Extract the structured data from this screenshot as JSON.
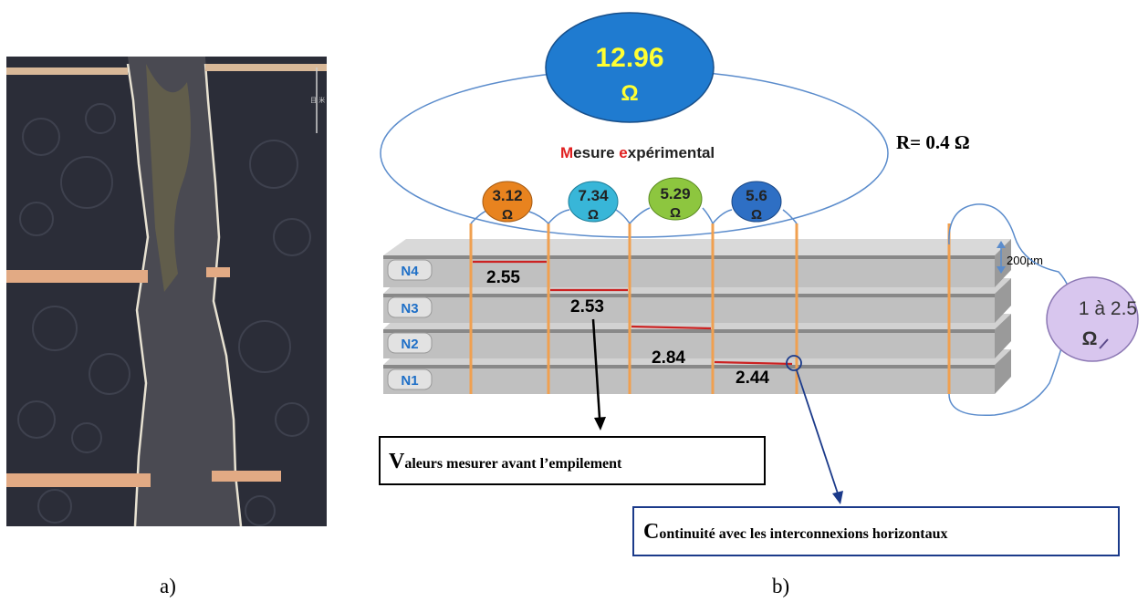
{
  "panel_a": {
    "caption": "a)",
    "scale_bar_text": "目 米"
  },
  "panel_b": {
    "caption": "b)",
    "total": {
      "value": "12.96",
      "unit": "Ω"
    },
    "experimental_label": {
      "first": "M",
      "rest1": "esure ",
      "second": "e",
      "rest2": "xpérimental"
    },
    "r_label": "R= 0.4 Ω",
    "via_resistances": [
      {
        "value": "3.12",
        "unit": "Ω",
        "color": "#e8831f"
      },
      {
        "value": "7.34",
        "unit": "Ω",
        "color": "#38b6d8"
      },
      {
        "value": "5.29",
        "unit": "Ω",
        "color": "#8dc63f"
      },
      {
        "value": "5.6",
        "unit": "Ω",
        "color": "#2e6fc4"
      }
    ],
    "levels": [
      "N4",
      "N3",
      "N2",
      "N1"
    ],
    "segment_values": [
      "2.55",
      "2.53",
      "2.84",
      "2.44"
    ],
    "thickness": "200µm",
    "contact_resistance": {
      "value": "1 à 2.5",
      "unit": "Ω"
    },
    "box_before": {
      "initial": "V",
      "text": "aleurs mesurer avant l’empilement"
    },
    "box_continuity": {
      "initial": "C",
      "text": "ontinuité  avec les interconnexions  horizontaux"
    },
    "colors": {
      "total_bubble": "#1f7bd0",
      "total_text": "#ffff33",
      "red_segment": "#cc2222",
      "orange_line": "#f0a050",
      "outline_blue": "#4a7fc1",
      "contact_bubble": "#d8c6ee"
    }
  }
}
